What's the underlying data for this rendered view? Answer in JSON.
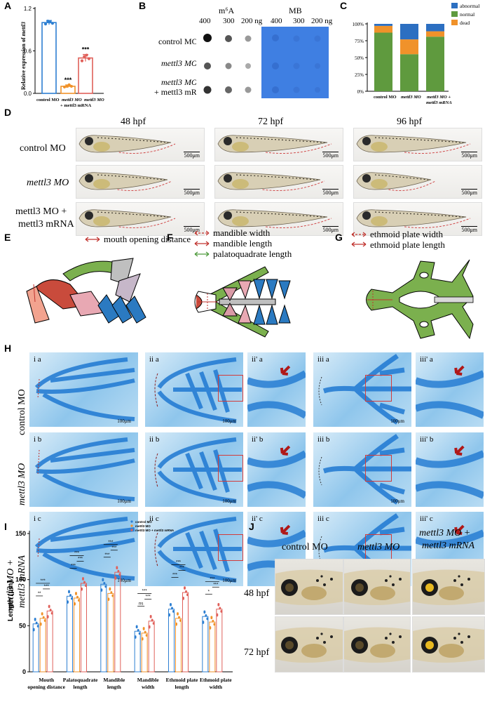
{
  "panel_labels": {
    "A": "A",
    "B": "B",
    "C": "C",
    "D": "D",
    "E": "E",
    "F": "F",
    "G": "G",
    "H": "H",
    "I": "I",
    "J": "J"
  },
  "colors": {
    "blue": "#2d7fd2",
    "orange": "#f0922a",
    "red": "#e0605a",
    "green": "#4e9a3c",
    "dead": "#f0922a",
    "normal": "#5f9a3e",
    "abnormal": "#2c6fc1"
  },
  "panelA": {
    "chart_data": {
      "type": "bar",
      "ylabel": "Relative expression of mettl3",
      "ylabel_prefix": "Relative expression of ",
      "ylabel_gene": "mettl3",
      "yticks": [
        "0.0",
        "0.6",
        "1.2"
      ],
      "ylim": [
        0,
        1.2
      ],
      "categories": [
        "control MO",
        "mettl3 MO",
        "mettl3 MO + mettl3 mRNA"
      ],
      "cat_labels": [
        [
          "control MO",
          ""
        ],
        [
          "mettl3 MO",
          "+ mettl3 mRNA"
        ],
        [
          "mettl3 MO",
          ""
        ]
      ],
      "values": [
        1.0,
        0.1,
        0.5
      ],
      "errors": [
        0.03,
        0.02,
        0.05
      ],
      "points": [
        [
          0.98,
          1.02,
          1.01,
          0.99
        ],
        [
          0.09,
          0.1,
          0.12,
          0.1
        ],
        [
          0.46,
          0.52,
          0.54,
          0.49
        ]
      ],
      "stars": [
        "",
        "***",
        "***"
      ]
    }
  },
  "panelB": {
    "m6a_title": "m⁶A",
    "mb_title": "MB",
    "columns": [
      "400",
      "300",
      "200 ng"
    ],
    "mb_columns": [
      "400",
      "300",
      "200 ng"
    ],
    "rows": [
      "control MO",
      "mettl3 MO",
      "mettl3 MO",
      "+ mettl3 mRNA"
    ]
  },
  "panelC": {
    "chart_data": {
      "type": "bar",
      "stacked": true,
      "yticks": [
        "0%",
        "25%",
        "50%",
        "75%",
        "100%"
      ],
      "categories": [
        "control MO",
        "mettl3 MO",
        "mettl3 MO + mettl3 mRNA"
      ],
      "cat_labels": [
        [
          "control MO",
          ""
        ],
        [
          "mettl3 MO",
          ""
        ],
        [
          "mettl3 MO +",
          "mettl3 mRNA"
        ]
      ],
      "series": [
        {
          "name": "normal",
          "values": [
            87,
            55,
            81
          ]
        },
        {
          "name": "dead",
          "values": [
            10,
            22,
            8
          ]
        },
        {
          "name": "abnormal",
          "values": [
            3,
            23,
            11
          ]
        }
      ],
      "legend": [
        "abnormal",
        "normal",
        "dead"
      ],
      "legend_position": "top-right"
    }
  },
  "panelD": {
    "times": [
      "48 hpf",
      "72 hpf",
      "96 hpf"
    ],
    "rows": [
      "control MO",
      "mettl3 MO",
      "mettl3 MO +",
      "mettl3 mRNA"
    ],
    "scale": "500μm"
  },
  "panelE": {
    "legend": "mouth opening distance"
  },
  "panelF": {
    "legend": [
      "mandible width",
      "mandible length",
      "palatoquadrate length"
    ]
  },
  "panelG": {
    "legend": [
      "ethmoid plate width",
      "ethmoid plate length"
    ]
  },
  "panelH": {
    "rows": [
      "control MO",
      "mettl3 MO",
      "mettl3 MO +",
      "mettl3 mRNA"
    ],
    "labels": [
      [
        "i a",
        "ii a",
        "ii' a",
        "iii a",
        "iii' a"
      ],
      [
        "i b",
        "ii b",
        "ii' b",
        "iii b",
        "iii' b"
      ],
      [
        "i c",
        "ii c",
        "ii' c",
        "iii c",
        "iii' c"
      ]
    ],
    "scale": "100μm"
  },
  "panelI": {
    "chart_data": {
      "type": "bar",
      "ylabel": "Length (μm)",
      "yticks": [
        "0",
        "50",
        "100",
        "150"
      ],
      "ylim": [
        0,
        150
      ],
      "categories": [
        "Mouth opening distance",
        "Palatoquadrate length",
        "Mandible length",
        "Mandible width",
        "Ethmoid plate length",
        "Ethmoid plate width"
      ],
      "cat_labels": [
        [
          "Mouth",
          "opening distance"
        ],
        [
          "Palatoquadrate",
          "length"
        ],
        [
          "Mandible",
          "length"
        ],
        [
          "Mandible",
          "width"
        ],
        [
          "Ethmoid plate",
          "length"
        ],
        [
          "Ethmoid plate",
          "width"
        ]
      ],
      "series": [
        {
          "name": "control MO",
          "values": [
            52,
            82,
            95,
            44,
            68,
            60
          ]
        },
        {
          "name": "mettl3 MO",
          "values": [
            58,
            80,
            85,
            42,
            58,
            54
          ]
        },
        {
          "name": "mettl3 MO + mettl3 mRNA",
          "values": [
            66,
            96,
            108,
            55,
            86,
            68
          ]
        }
      ],
      "legend_position": "top"
    },
    "sig_top": [
      [
        "***",
        "***"
      ],
      [
        "***",
        "***"
      ],
      [
        "***",
        "***"
      ],
      [
        "***",
        "***"
      ],
      [
        "***",
        "***"
      ],
      [
        "***",
        "***"
      ]
    ],
    "sig_low": [
      "**",
      "***",
      "***",
      "ns",
      "***",
      "*"
    ]
  },
  "panelJ": {
    "cols": [
      "control MO",
      "mettl3 MO",
      "mettl3 MO +",
      "mettl3 mRNA"
    ],
    "rows": [
      "48 hpf",
      "72 hpf"
    ]
  }
}
